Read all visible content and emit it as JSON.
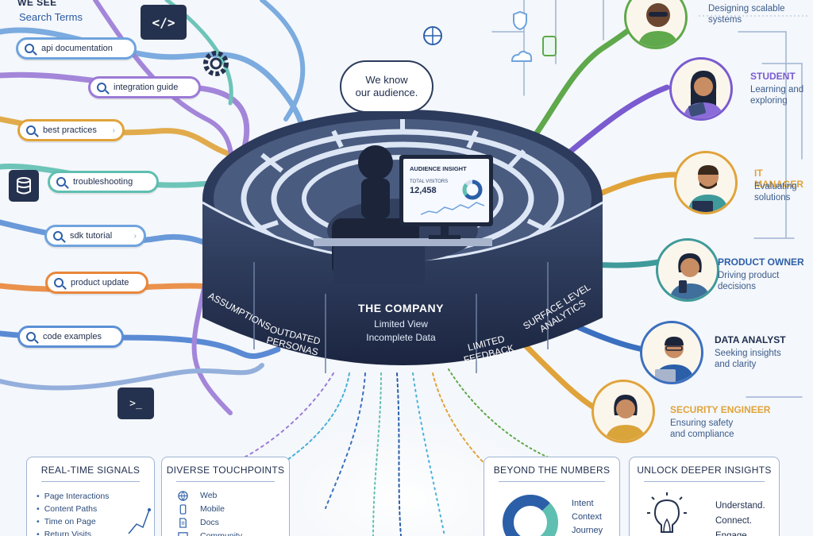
{
  "header": {
    "we_see": "WE SEE",
    "search_terms_title": "Search Terms"
  },
  "search_terms": [
    {
      "label": "api documentation",
      "color": "#6fa3dd"
    },
    {
      "label": "integration guide",
      "color": "#9b7ad6"
    },
    {
      "label": "best practices",
      "color": "#e0a33a"
    },
    {
      "label": "troubleshooting",
      "color": "#5fbfb1"
    },
    {
      "label": "sdk tutorial",
      "color": "#6fa3dd"
    },
    {
      "label": "product update",
      "color": "#e9863a"
    },
    {
      "label": "code examples",
      "color": "#5b8fd6"
    }
  ],
  "icons": {
    "code": "</>",
    "terminal": ">_"
  },
  "bubble": {
    "line1": "We know",
    "line2": "our audience."
  },
  "monitor": {
    "title": "AUDIENCE INSIGHT",
    "label": "TOTAL VISITORS",
    "value": "12,458"
  },
  "company": {
    "title": "THE COMPANY",
    "line1": "Limited View",
    "line2": "Incomplete Data"
  },
  "maze_walls": {
    "assumptions": "ASSUMPTIONS",
    "outdated_1": "OUTDATED",
    "outdated_2": "PERSONAS",
    "limited_1": "LIMITED",
    "limited_2": "FEEDBACK",
    "surface_1": "SURFACE LEVEL",
    "surface_2": "ANALYTICS"
  },
  "personas": [
    {
      "role": "",
      "desc1": "Designing scalable",
      "desc2": "systems",
      "color": "#5fa84b"
    },
    {
      "role": "STUDENT",
      "desc1": "Learning and",
      "desc2": "exploring",
      "color": "#7a5bd0"
    },
    {
      "role": "IT MANAGER",
      "desc1": "Evaluating",
      "desc2": "solutions",
      "color": "#e0a33a"
    },
    {
      "role": "PRODUCT OWNER",
      "desc1": "Driving product",
      "desc2": "decisions",
      "color": "#3f9a9a"
    },
    {
      "role": "DATA ANALYST",
      "desc1": "Seeking insights",
      "desc2": "and clarity",
      "color": "#3b6fbf"
    },
    {
      "role": "SECURITY ENGINEER",
      "desc1": "Ensuring safety",
      "desc2": "and compliance",
      "color": "#e0a33a"
    }
  ],
  "cards": {
    "signals": {
      "title": "REAL-TIME SIGNALS",
      "items": [
        "Page Interactions",
        "Content Paths",
        "Time on Page",
        "Return Visits"
      ]
    },
    "touchpoints": {
      "title": "DIVERSE TOUCHPOINTS",
      "items": [
        {
          "icon": "globe-icon",
          "label": "Web"
        },
        {
          "icon": "mobile-icon",
          "label": "Mobile"
        },
        {
          "icon": "document-icon",
          "label": "Docs"
        },
        {
          "icon": "chat-icon",
          "label": "Community"
        }
      ]
    },
    "numbers": {
      "title": "BEYOND THE NUMBERS",
      "items": [
        "Intent",
        "Context",
        "Journey"
      ]
    },
    "insights": {
      "title": "UNLOCK DEEPER INSIGHTS",
      "items": [
        "Understand.",
        "Connect.",
        "Engage."
      ]
    }
  },
  "colors": {
    "navy": "#25324f",
    "blue": "#2b5fa8",
    "teal": "#5fbfb1",
    "purple": "#9b7ad6",
    "orange": "#e0a33a",
    "green": "#5fa84b"
  }
}
